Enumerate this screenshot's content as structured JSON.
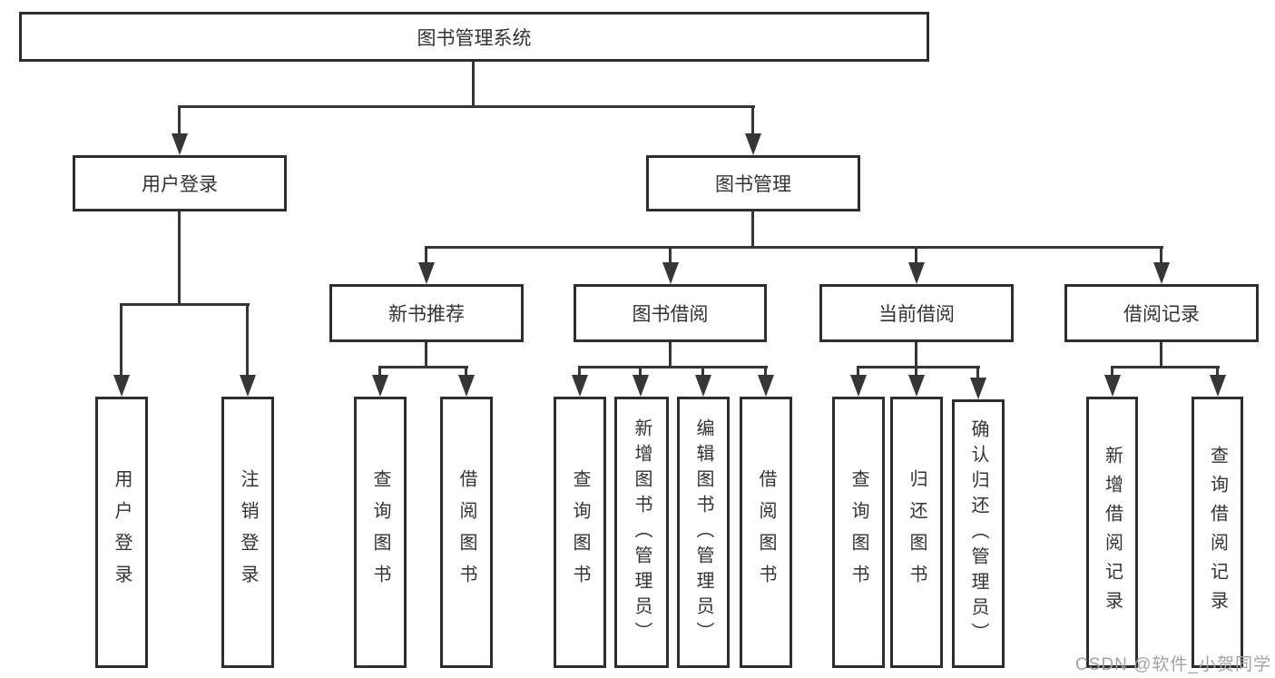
{
  "diagram": {
    "root_label": "图书管理系统",
    "level2": [
      "用户登录",
      "图书管理"
    ],
    "level3": [
      "新书推荐",
      "图书借阅",
      "当前借阅",
      "借阅记录"
    ],
    "leaves": {
      "user_login": [
        "用户登录",
        "注销登录"
      ],
      "new_book_recommend": [
        "查询图书",
        "借阅图书"
      ],
      "book_borrow": [
        "查询图书",
        "新增图书（管理员）",
        "编辑图书（管理员）",
        "借阅图书"
      ],
      "current_borrow": [
        "查询图书",
        "归还图书",
        "确认归还（管理员）"
      ],
      "borrow_records": [
        "新增借阅记录",
        "查询借阅记录"
      ]
    },
    "watermark": "CSDN @软件_小贺同学",
    "colors": {
      "line": "#363636",
      "border": "#2e2e2e",
      "text": "#333333",
      "watermark": "#a2a2a2",
      "background": "#ffffff"
    }
  }
}
